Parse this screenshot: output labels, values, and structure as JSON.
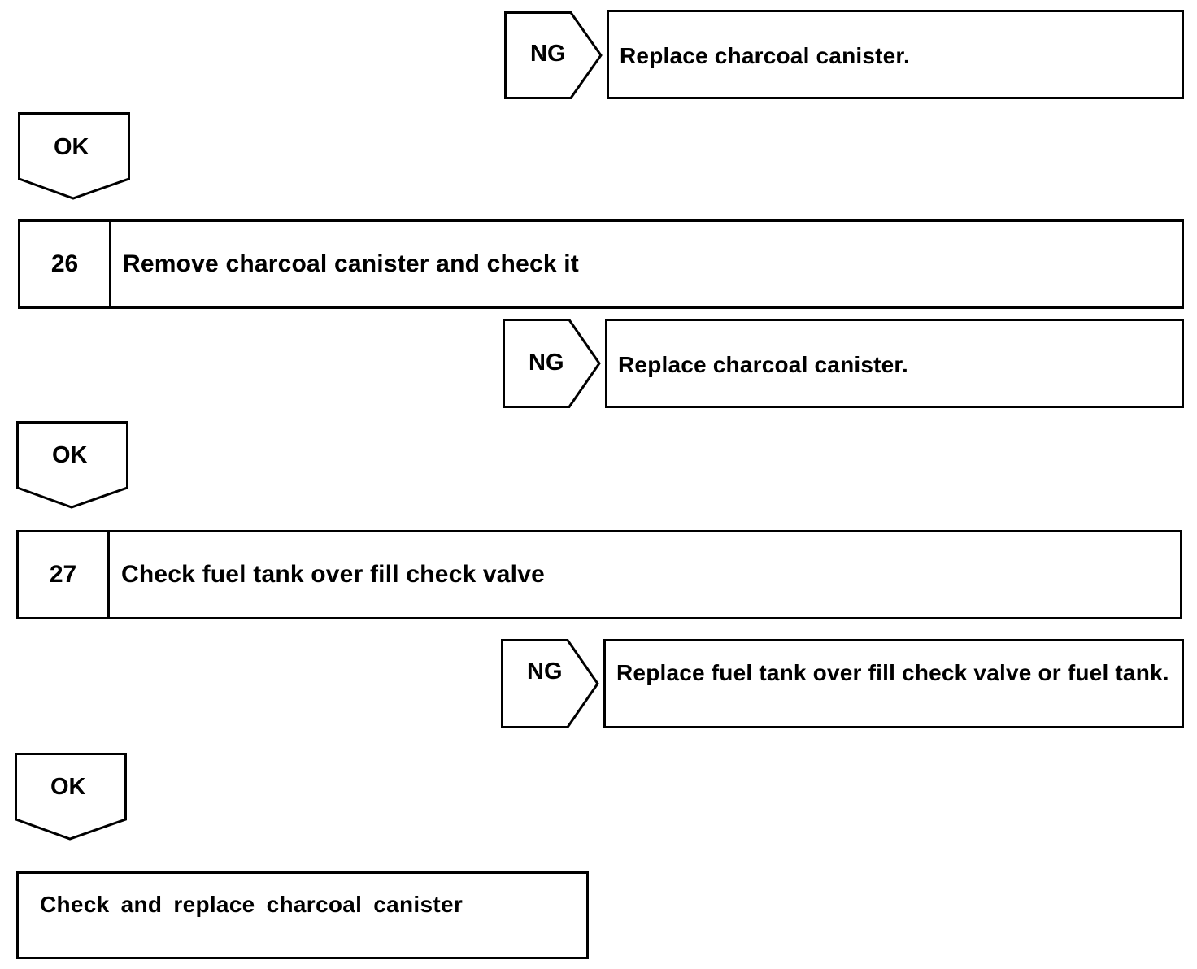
{
  "branches": [
    {
      "ng_label": "NG",
      "result": "Replace charcoal canister."
    },
    {
      "ng_label": "NG",
      "result": "Replace charcoal canister."
    },
    {
      "ng_label": "NG",
      "result": "Replace fuel tank over fill check valve or fuel tank."
    }
  ],
  "ok_labels": [
    "OK",
    "OK",
    "OK"
  ],
  "steps": [
    {
      "number": "26",
      "title": "Remove charcoal canister and check it"
    },
    {
      "number": "27",
      "title": "Check fuel tank over fill check valve"
    }
  ],
  "final": {
    "text": "Check and replace charcoal canister"
  }
}
